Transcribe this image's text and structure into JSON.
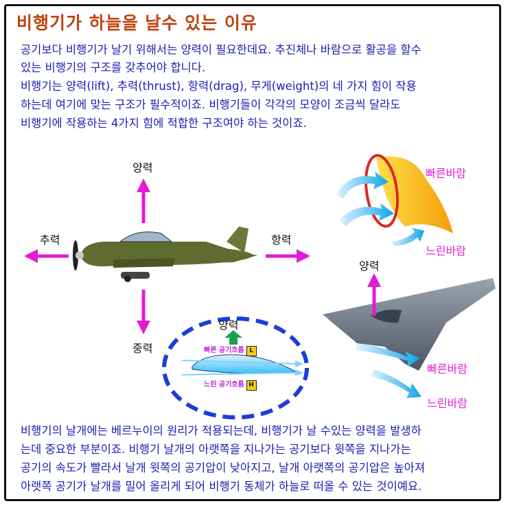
{
  "title": "비행기가 하늘을 날수 있는 이유",
  "intro": {
    "line1": "공기보다 비행기가 날기 위해서는 양력이 필요한데요. 추진체나 바람으로 활공을 할수",
    "line2": "있는 비행기의 구조를 갖추어야 합니다.",
    "line3": "비행기는 양력(lift), 추력(thrust), 항력(drag), 무게(weight)의 네 가지 힘이 작용",
    "line4": "하는데 여기에 맞는 구조가 필수적이죠. 비행기들이 각각의 모양이 조금씩 달라도",
    "line5": "비행기에 작용하는 4가지 힘에 적합한 구조여야 하는 것이죠."
  },
  "forces": {
    "lift": "양력",
    "thrust": "추력",
    "drag": "항력",
    "weight": "중력"
  },
  "airfoil": {
    "lift": "양력",
    "fast_flow": "빠른 공기흐름",
    "fast_badge": "L",
    "slow_flow": "느린 공기흐름",
    "slow_badge": "H"
  },
  "wing": {
    "fast": "빠른바람",
    "slow": "느린바람"
  },
  "bomber": {
    "lift": "양력",
    "fast": "빠른바람",
    "slow": "느린바람"
  },
  "bottom": {
    "line1": "비행기의 날개에는 베르누이의 원리가 적용되는데, 비행기가 날 수있는 양력을 발생하",
    "line2": "는데 중요한 부분이죠. 비행기 날개의 아랫쪽을 지나가는 공기보다 윗쪽을 지나가는",
    "line3": "공기의 속도가 빨라서 날개 윗쪽의 공기압이 낮아지고, 날개 아랫쪽의 공기압은 높아져",
    "line4": "아랫쪽 공기가 날개를 밀어 올리게 되어 비행기 동체가 하늘로 떠올 수 있는 것이예요."
  },
  "colors": {
    "text_blue": "#1c1cb4",
    "title_orange": "#c2410c",
    "arrow_magenta": "#e21bd4",
    "dash_blue": "#1a3fd8"
  }
}
